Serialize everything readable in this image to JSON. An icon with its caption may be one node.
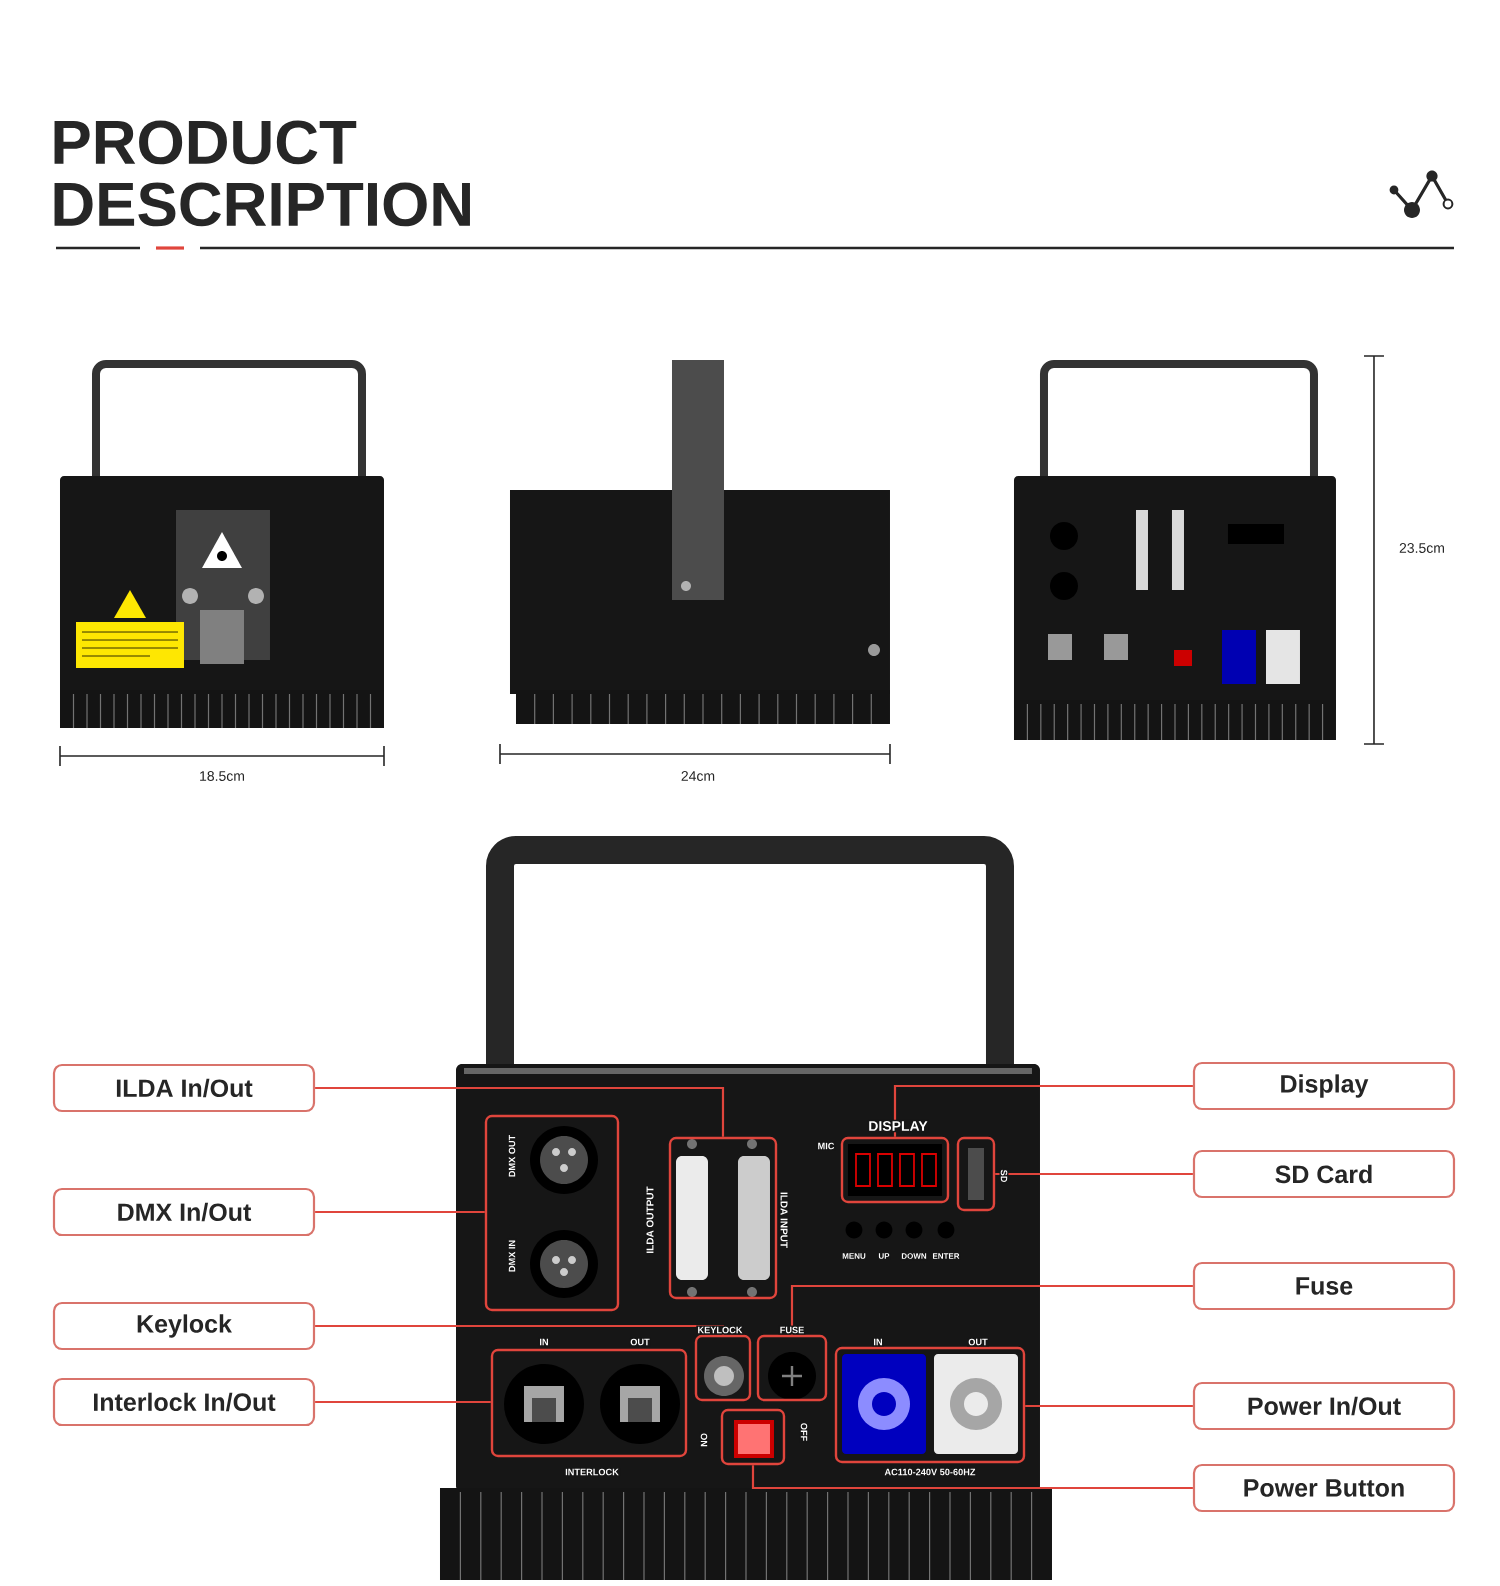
{
  "diagram": {
    "title": "PRODUCT DESCRIPTION",
    "nodes": [
      {
        "text": [
          "ILDA In/Out"
        ]
      },
      {
        "text": [
          "DMX In/Out"
        ]
      },
      {
        "text": [
          "Keylock"
        ]
      },
      {
        "text": [
          "Interlock In/Out"
        ]
      },
      {
        "text": [
          "Display"
        ]
      },
      {
        "text": [
          "SD Card"
        ]
      },
      {
        "text": [
          "Fuse"
        ]
      },
      {
        "text": [
          "Power In/Out"
        ]
      },
      {
        "text": [
          "Power Button"
        ]
      },
      {
        "text": [],
        "shape": "box"
      },
      {
        "text": [],
        "shape": "box"
      },
      {
        "text": [],
        "shape": "box"
      },
      {
        "text": [],
        "shape": "box"
      },
      {
        "text": [],
        "shape": "box"
      },
      {
        "text": [],
        "shape": "box"
      },
      {
        "text": [],
        "shape": "box"
      },
      {
        "text": [],
        "shape": "box"
      },
      {
        "text": [],
        "shape": "box"
      }
    ],
    "edges": [
      {
        "from": 0,
        "to": 9,
        "arrow": "none"
      },
      {
        "from": 1,
        "to": 10,
        "arrow": "none"
      },
      {
        "from": 2,
        "to": 11,
        "arrow": "none"
      },
      {
        "from": 3,
        "to": 12,
        "arrow": "none"
      },
      {
        "from": 4,
        "to": 13,
        "arrow": "none"
      },
      {
        "from": 5,
        "to": 14,
        "arrow": "none"
      },
      {
        "from": 6,
        "to": 15,
        "arrow": "none"
      },
      {
        "from": 7,
        "to": 16,
        "arrow": "none"
      },
      {
        "from": 8,
        "to": 17,
        "arrow": "none"
      }
    ],
    "labels": [
      "18.5cm",
      "24cm",
      "23.5cm",
      "DMX OUT",
      "DMX IN",
      "ILDA OUTPUT",
      "ILDA INPUT",
      "DISPLAY",
      "MIC",
      "SD",
      "MENU",
      "UP",
      "DOWN",
      "ENTER",
      "IN",
      "OUT",
      "KEYLOCK",
      "FUSE",
      "IN",
      "OUT",
      "ON",
      "OFF",
      "INTERLOCK",
      "AC110-240V 50-60HZ"
    ]
  }
}
